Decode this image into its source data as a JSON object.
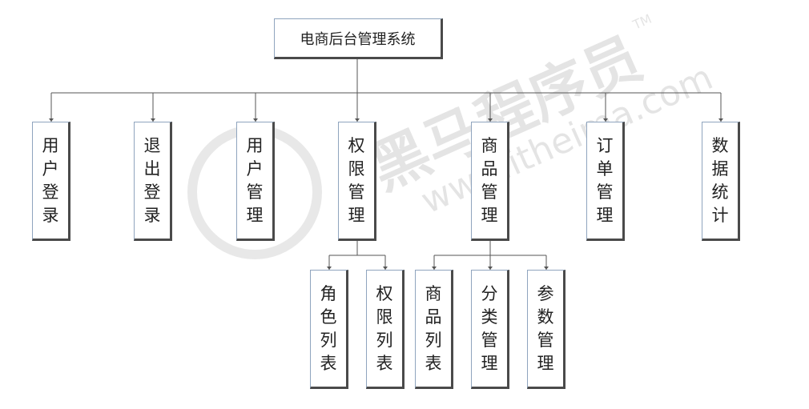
{
  "root": {
    "label": "电商后台管理系统"
  },
  "modules": [
    {
      "key": "user-login",
      "label": "用户登录"
    },
    {
      "key": "logout",
      "label": "退出登录"
    },
    {
      "key": "user-mgmt",
      "label": "用户管理"
    },
    {
      "key": "permission-mgmt",
      "label": "权限管理",
      "children": [
        {
          "key": "role-list",
          "label": "角色列表"
        },
        {
          "key": "permission-list",
          "label": "权限列表"
        }
      ]
    },
    {
      "key": "product-mgmt",
      "label": "商品管理",
      "children": [
        {
          "key": "product-list",
          "label": "商品列表"
        },
        {
          "key": "category-mgmt",
          "label": "分类管理"
        },
        {
          "key": "param-mgmt",
          "label": "参数管理"
        }
      ]
    },
    {
      "key": "order-mgmt",
      "label": "订单管理"
    },
    {
      "key": "data-stats",
      "label": "数据统计"
    }
  ],
  "watermark": {
    "brand": "黑马程序员",
    "trademark": "TM",
    "url": "www.itheima.com"
  }
}
